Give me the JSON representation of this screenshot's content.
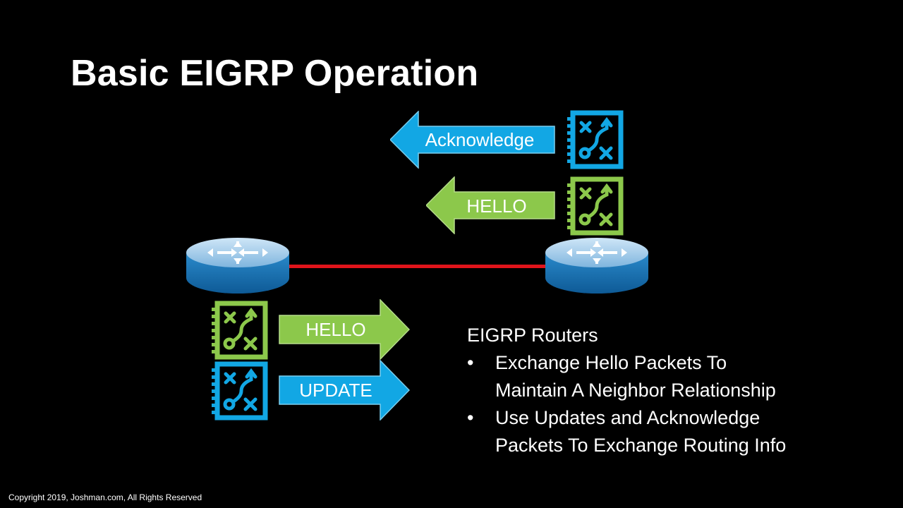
{
  "slide": {
    "title": "Basic EIGRP Operation",
    "copyright": "Copyright 2019, Joshman.com, All Rights Reserved"
  },
  "colors": {
    "background": "#000000",
    "blue": "#12A7E4",
    "green": "#8CC84B",
    "link": "#E0141B",
    "router": "#1C78B8"
  },
  "messages": {
    "acknowledge": "Acknowledge",
    "hello_top": "HELLO",
    "hello_bottom": "HELLO",
    "update": "UPDATE"
  },
  "icons": {
    "packet_icon": "routing-plan-icon",
    "router_icon": "router-icon"
  },
  "text": {
    "heading": "EIGRP Routers",
    "bullet_symbol": "•",
    "bullets": [
      {
        "line1": "Exchange Hello Packets To",
        "line2": "Maintain A Neighbor Relationship"
      },
      {
        "line1": "Use Updates and Acknowledge",
        "line2": "Packets To Exchange Routing Info"
      }
    ]
  }
}
